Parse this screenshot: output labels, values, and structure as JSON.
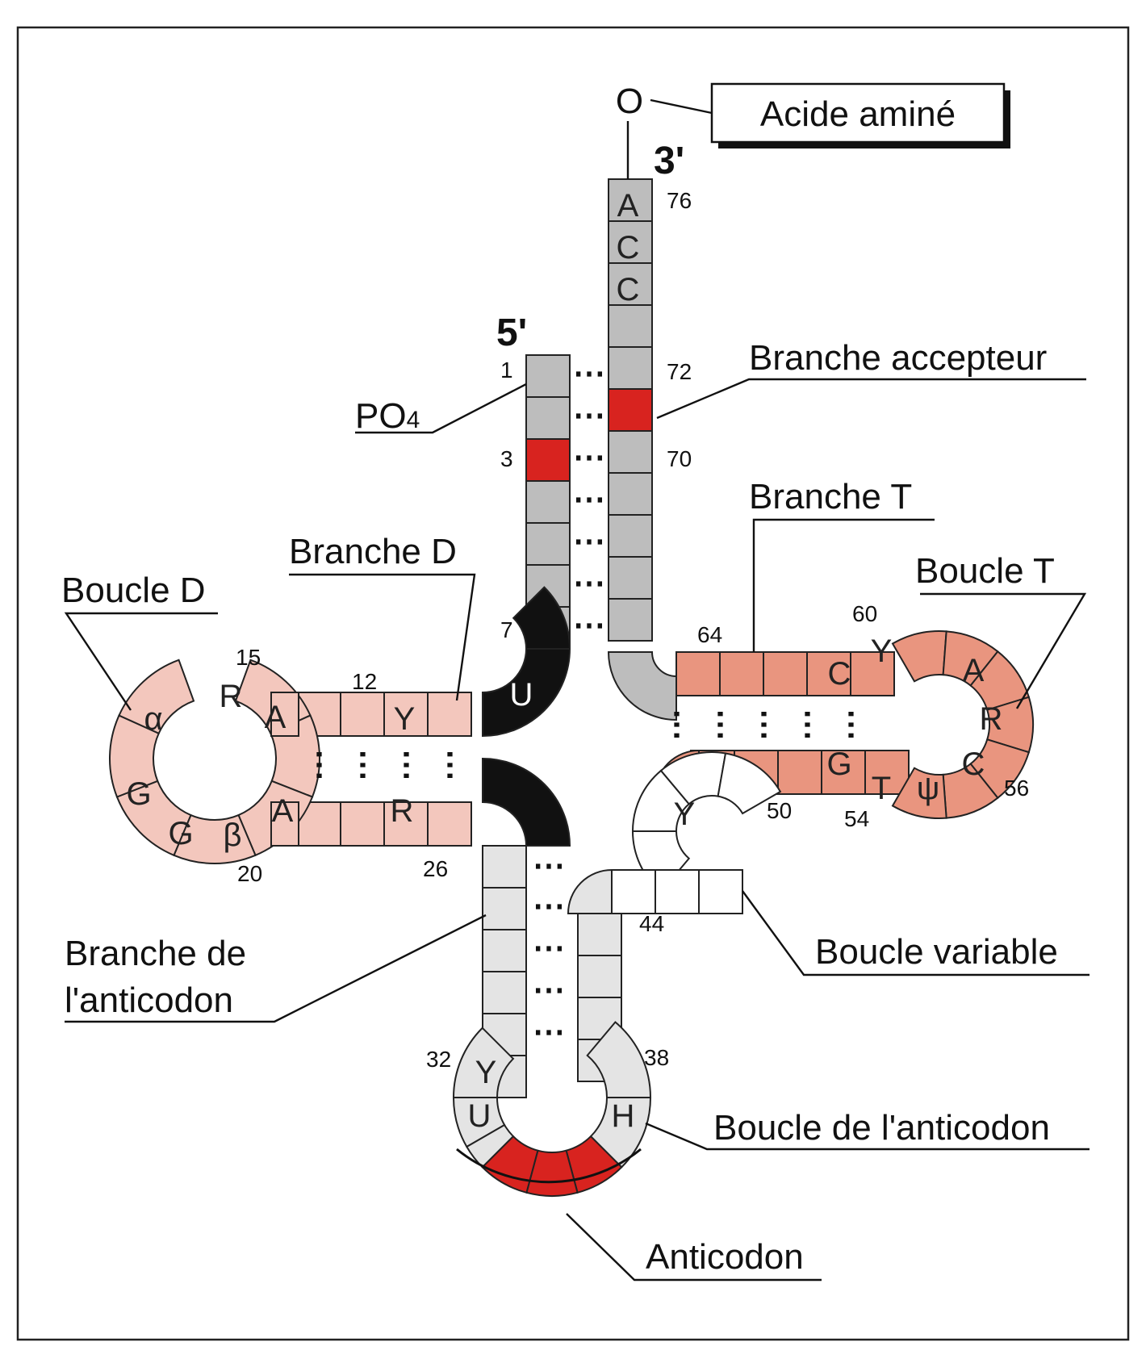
{
  "colors": {
    "acceptor_grey": "#bdbdbd",
    "d_arm_pink": "#f3c7bd",
    "t_arm_salmon": "#e9957f",
    "anticodon_light": "#e4e4e4",
    "highlight_red": "#d8231f",
    "black": "#111111"
  },
  "ends": {
    "five_prime": "5'",
    "three_prime": "3'"
  },
  "labels": {
    "acide_amine": "Acide aminé",
    "oxygen": "O",
    "po4": "PO",
    "po4_sub": "4",
    "branche_accepteur": "Branche accepteur",
    "branche_t": "Branche T",
    "boucle_t": "Boucle  T",
    "branche_d": "Branche D",
    "boucle_d": "Boucle D",
    "branche_anticodon_1": "Branche de",
    "branche_anticodon_2": "l'anticodon",
    "boucle_variable": "Boucle variable",
    "boucle_anticodon": "Boucle de l'anticodon",
    "anticodon": "Anticodon"
  },
  "position_numbers": {
    "n1": "1",
    "n3": "3",
    "n7": "7",
    "n12": "12",
    "n15": "15",
    "n20": "20",
    "n26": "26",
    "n32": "32",
    "n38": "38",
    "n44": "44",
    "n50": "50",
    "n54": "54",
    "n56": "56",
    "n60": "60",
    "n64": "64",
    "n70": "70",
    "n72": "72",
    "n76": "76"
  },
  "nucleotides": {
    "acceptor_3prime": [
      "A",
      "C",
      "C"
    ],
    "d_junction": "U",
    "d_arm_top": [
      "A",
      "Y"
    ],
    "d_loop": [
      "R",
      "α",
      "G",
      "G",
      "β"
    ],
    "d_arm_bottom": [
      "A",
      "R"
    ],
    "t_arm_top": [
      "C"
    ],
    "t_loop": [
      "Y",
      "A",
      "R",
      "C",
      "ψ",
      "T"
    ],
    "t_arm_bottom": [
      "G"
    ],
    "variable_loop": [
      "Y"
    ],
    "anticodon_loop": [
      "Y",
      "U",
      "H"
    ]
  }
}
